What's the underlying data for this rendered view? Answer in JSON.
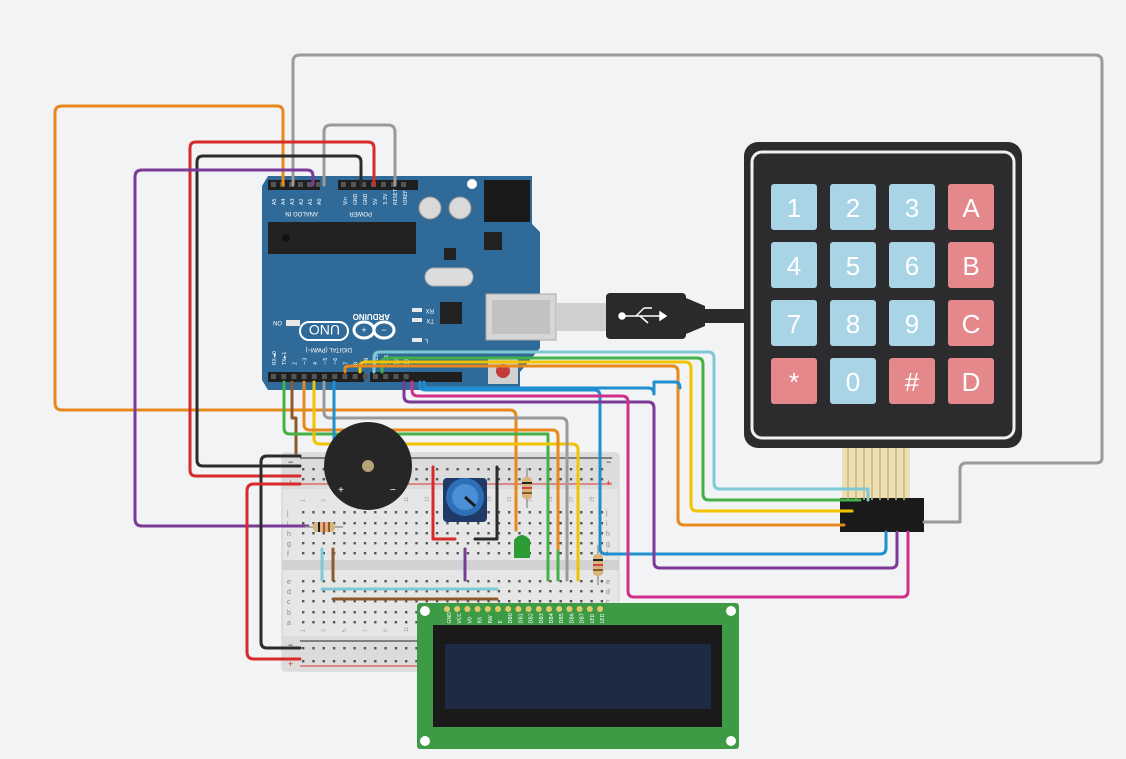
{
  "colors": {
    "background": "#f2f3f5",
    "board": "#2f6a99",
    "keypad_body": "#2c2c2e",
    "key_blue": "#a8d4e6",
    "key_red": "#e4888c",
    "lcd_pcb": "#3d9b46",
    "lcd_screen": "#1e2a44",
    "wire_orange": "#e6881c",
    "wire_red": "#d82a2a",
    "wire_black": "#2b2b2b",
    "wire_purple": "#7a3a98",
    "wire_gray": "#9a9a9a",
    "wire_yellow": "#f2c400",
    "wire_green": "#45b048",
    "wire_cyan": "#7fc9d6",
    "wire_blue": "#1f8fcf",
    "wire_magenta": "#d12f8c",
    "wire_brown": "#8a5a2c"
  },
  "arduino": {
    "analog_pins": [
      "A5",
      "A4",
      "A3",
      "A2",
      "A1",
      "A0"
    ],
    "analog_header": "ANALOG IN",
    "power_pins": [
      "Vin",
      "GND",
      "GND",
      "5V",
      "3.3V",
      "RESET",
      "IOREF"
    ],
    "power_header": "POWER",
    "brand": "ARDUINO",
    "model": "UNO",
    "on_label": "ON",
    "tx_label": "TX",
    "rx_label": "RX",
    "l_label": "L",
    "digital_header": "DIGITAL (PWM~)",
    "digital_pins": [
      "RX◄0",
      "TX►1",
      "2",
      "~3",
      "4",
      "~5",
      "~6",
      "7",
      "8",
      "~9",
      "~10",
      "~11",
      "12",
      "13"
    ]
  },
  "keypad": {
    "keys": [
      "1",
      "2",
      "3",
      "A",
      "4",
      "5",
      "6",
      "B",
      "7",
      "8",
      "9",
      "C",
      "*",
      "0",
      "#",
      "D"
    ],
    "red_keys": [
      "A",
      "B",
      "C",
      "*",
      "#",
      "D"
    ]
  },
  "lcd": {
    "pins": [
      "GND",
      "VCC",
      "V0",
      "RS",
      "RW",
      "E",
      "DB0",
      "DB1",
      "DB2",
      "DB3",
      "DB4",
      "DB5",
      "DB6",
      "DB7",
      "LED",
      "LED"
    ]
  },
  "breadboard": {
    "row_letters_top": [
      "j",
      "i",
      "h",
      "g",
      "f"
    ],
    "row_letters_bottom": [
      "e",
      "d",
      "c",
      "b",
      "a"
    ],
    "column_numbers": [
      "1",
      "2",
      "3",
      "4",
      "5",
      "6",
      "7",
      "8",
      "9",
      "10",
      "11",
      "12",
      "13",
      "14",
      "15",
      "16",
      "17",
      "18",
      "19",
      "20",
      "21",
      "22",
      "23",
      "24",
      "25",
      "26",
      "27",
      "28",
      "29",
      "30"
    ],
    "rail_plus": "+",
    "rail_minus": "−"
  },
  "buzzer": {
    "plus": "+",
    "minus": "−"
  },
  "usb_icon": "usb-icon"
}
